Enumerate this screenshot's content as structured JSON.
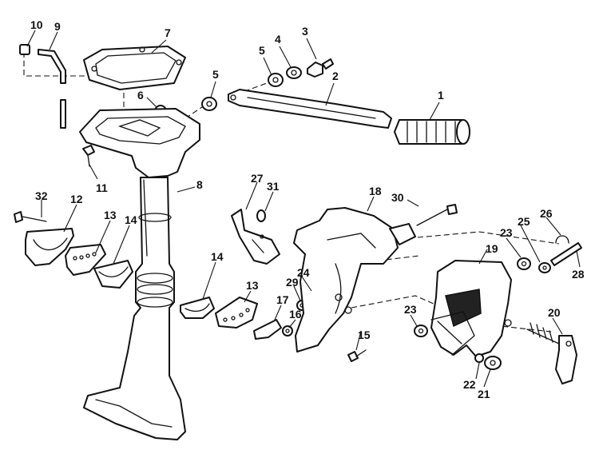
{
  "callouts": {
    "c1": "1",
    "c2": "2",
    "c3": "3",
    "c4": "4",
    "c5a": "5",
    "c5b": "5",
    "c6": "6",
    "c7": "7",
    "c8": "8",
    "c9": "9",
    "c10": "10",
    "c11": "11",
    "c12": "12",
    "c13a": "13",
    "c13b": "13",
    "c14a": "14",
    "c14b": "14",
    "c15": "15",
    "c16": "16",
    "c17": "17",
    "c18": "18",
    "c19": "19",
    "c20": "20",
    "c21": "21",
    "c22": "22",
    "c23a": "23",
    "c23b": "23",
    "c24": "24",
    "c25": "25",
    "c26": "26",
    "c27": "27",
    "c28": "28",
    "c29": "29",
    "c30": "30",
    "c31": "31",
    "c32": "32"
  },
  "colors": {
    "line": "#111111",
    "background": "#ffffff"
  }
}
